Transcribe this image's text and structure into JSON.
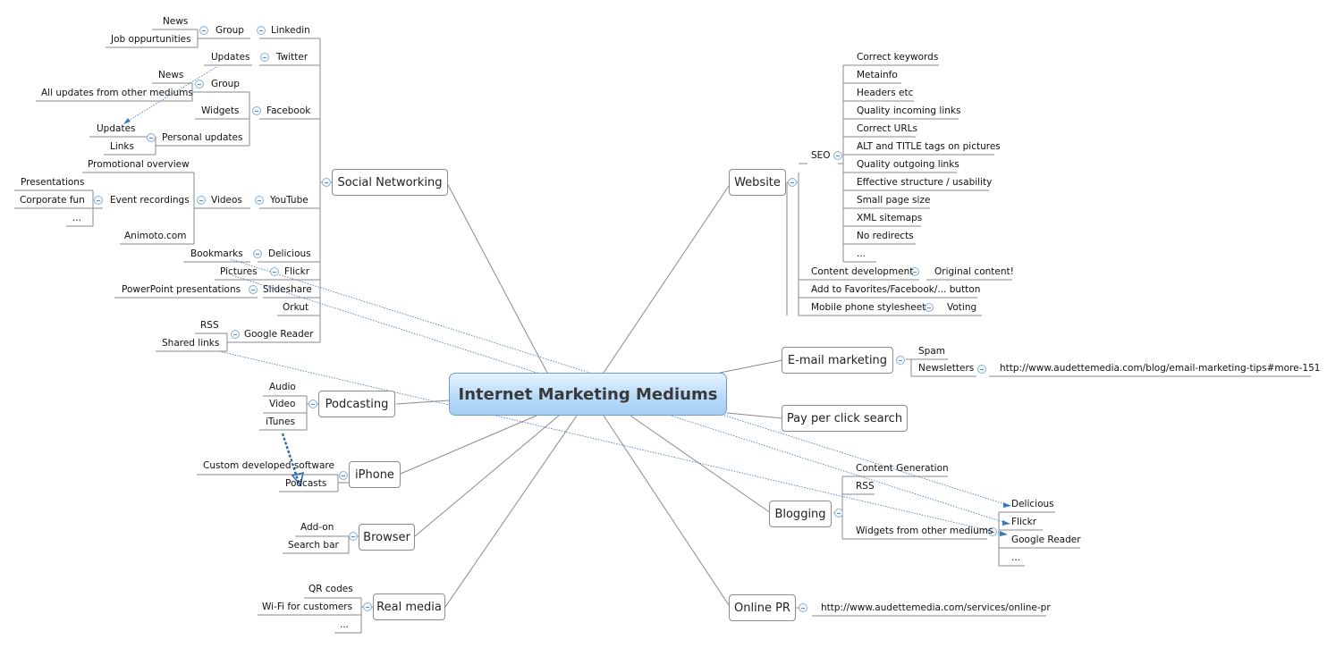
{
  "central": "Internet Marketing Mediums",
  "branches": {
    "social": "Social Networking",
    "podcasting": "Podcasting",
    "iphone": "iPhone",
    "browser": "Browser",
    "realmedia": "Real media",
    "website": "Website",
    "email": "E-mail marketing",
    "ppc": "Pay per click search",
    "blogging": "Blogging",
    "onlinepr": "Online PR"
  },
  "social": {
    "linkedin": "Linkedin",
    "linkedin_group": "Group",
    "news1": "News",
    "job": "Job oppurtunities",
    "twitter": "Twitter",
    "twitter_updates": "Updates",
    "facebook": "Facebook",
    "fb_group": "Group",
    "news2": "News",
    "all_updates": "All updates from other mediums",
    "widgets": "Widgets",
    "personal_updates": "Personal updates",
    "updates2": "Updates",
    "links": "Links",
    "youtube": "YouTube",
    "videos": "Videos",
    "promo": "Promotional overview",
    "event_rec": "Event recordings",
    "presentations": "Presentations",
    "corporate_fun": "Corporate fun",
    "ellipsis": "...",
    "animoto": "Animoto.com",
    "delicious": "Delicious",
    "bookmarks": "Bookmarks",
    "flickr": "Flickr",
    "pictures": "Pictures",
    "slideshare": "Slideshare",
    "ppt": "PowerPoint presentations",
    "orkut": "Orkut",
    "greader": "Google Reader",
    "rss": "RSS",
    "shared_links": "Shared links"
  },
  "podcasting": {
    "audio": "Audio",
    "video": "Video",
    "itunes": "iTunes"
  },
  "iphone": {
    "custom": "Custom developed software",
    "podcasts": "Podcasts"
  },
  "browser": {
    "addon": "Add-on",
    "searchbar": "Search bar"
  },
  "realmedia": {
    "qr": "QR codes",
    "wifi": "Wi-Fi for customers",
    "ellipsis": "..."
  },
  "website": {
    "seo": "SEO",
    "seo_items": [
      "Correct keywords",
      "Metainfo",
      "Headers etc",
      "Quality incoming links",
      "Correct URLs",
      "ALT and TITLE tags on pictures",
      "Quality outgoing links",
      "Effective structure / usability",
      "Small page size",
      "XML sitemaps",
      "No redirects",
      "..."
    ],
    "content_dev": "Content development",
    "original": "Original content!",
    "favorites": "Add to Favorites/Facebook/... button",
    "mobile": "Mobile phone stylesheet",
    "voting": "Voting"
  },
  "email": {
    "spam": "Spam",
    "newsletters": "Newsletters",
    "url": "http://www.audettemedia.com/blog/email-marketing-tips#more-151"
  },
  "blogging": {
    "content_gen": "Content Generation",
    "rss": "RSS",
    "widgets": "Widgets from other mediums",
    "widget_items": [
      "Delicious",
      "Flickr",
      "Google Reader",
      "..."
    ]
  },
  "onlinepr": {
    "url": "http://www.audettemedia.com/services/online-pr"
  }
}
